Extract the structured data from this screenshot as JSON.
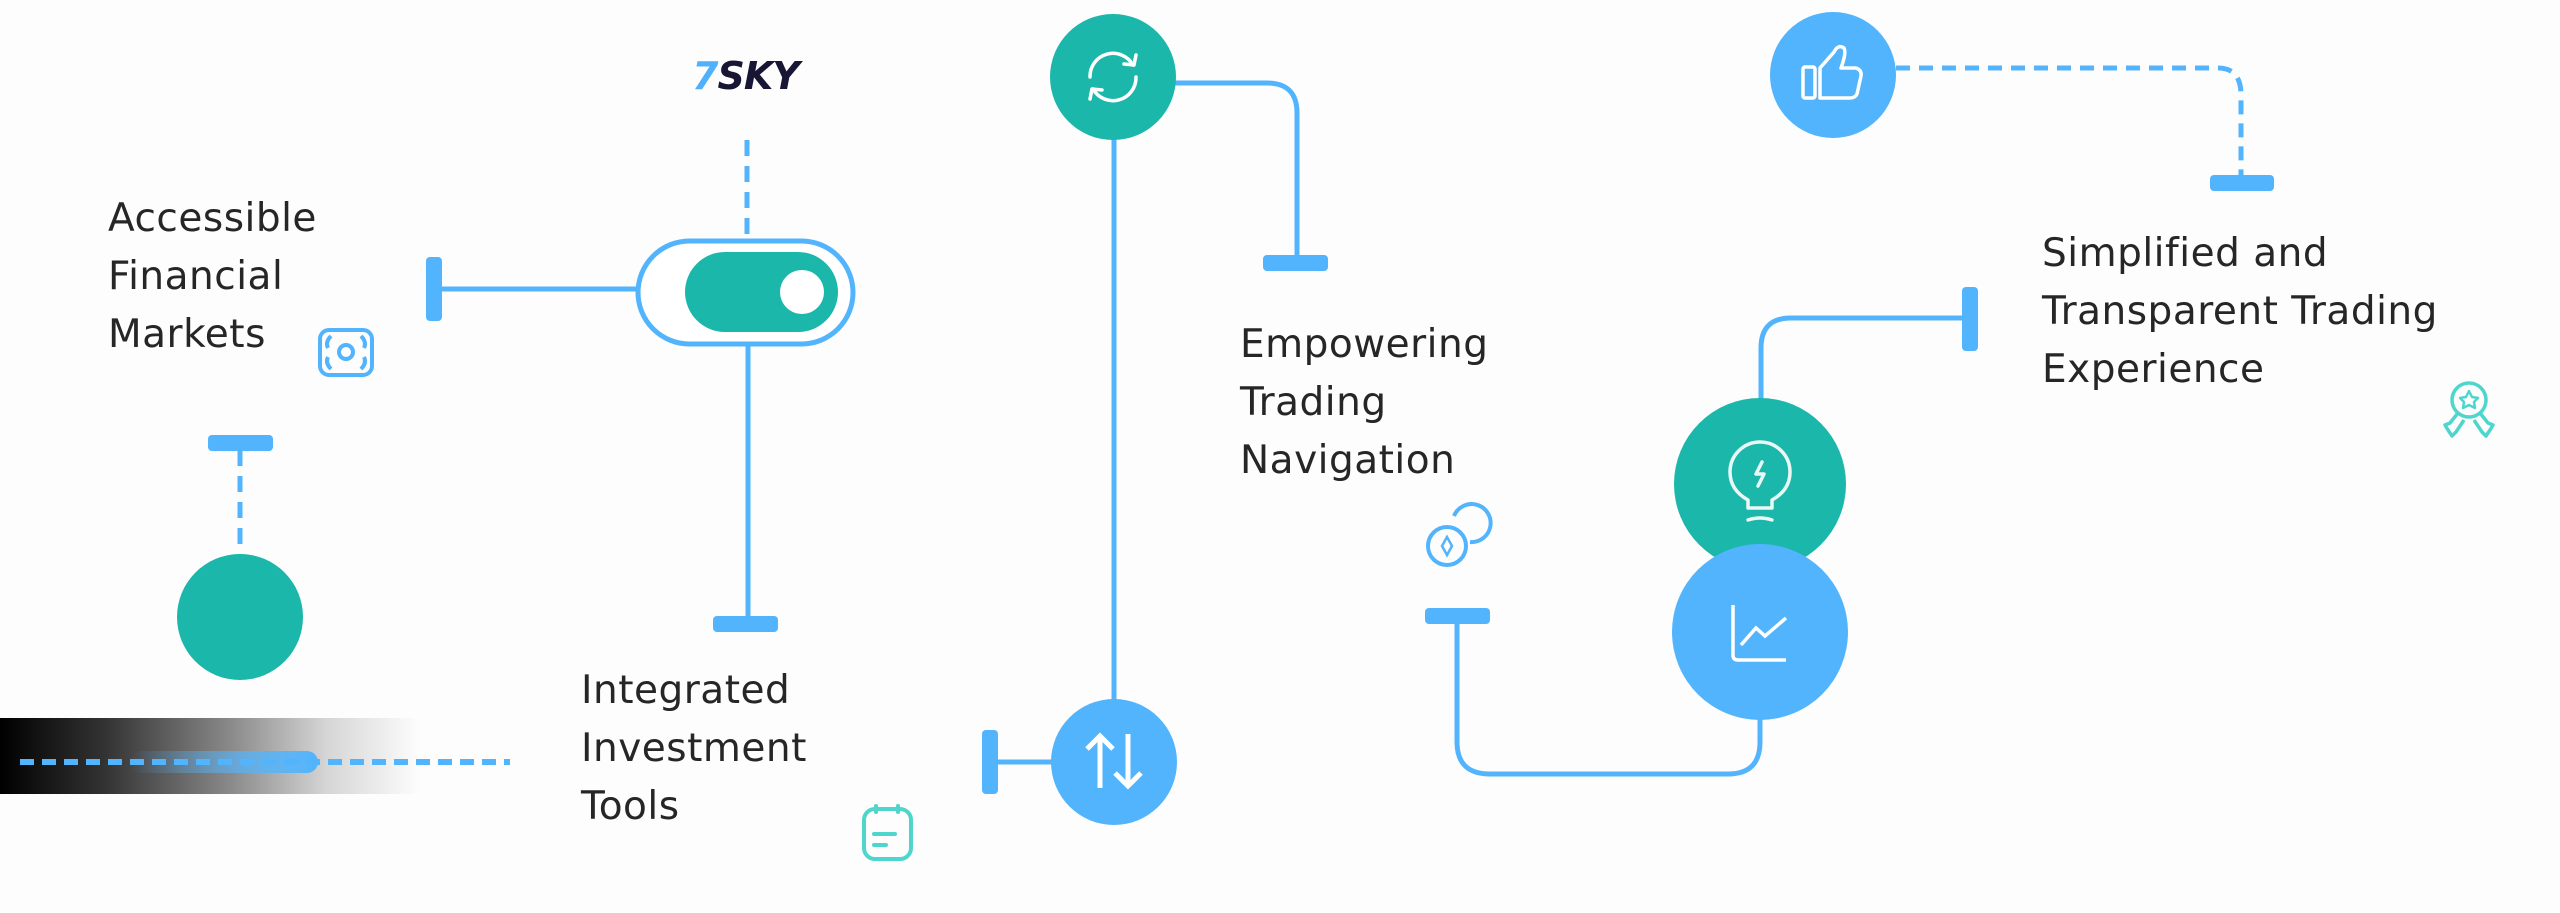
{
  "logo": {
    "prefix": "7",
    "name": "SKY"
  },
  "colors": {
    "primary_blue": "#52b4fc",
    "teal": "#1bb7aa",
    "accent_turquoise": "#4fd6cc",
    "text": "#262626",
    "logo_dark": "#171634",
    "background": "#fdfdfe"
  },
  "features": [
    {
      "id": "accessible",
      "lines": [
        "Accessible",
        "Financial",
        "Markets"
      ],
      "icon": "money-bill-icon"
    },
    {
      "id": "integrated",
      "lines": [
        "Integrated",
        "Investment",
        "Tools"
      ],
      "icon": "notepad-icon"
    },
    {
      "id": "empowering",
      "lines": [
        "Empowering",
        "Trading",
        "Navigation"
      ],
      "icon": "coins-icon"
    },
    {
      "id": "simplified",
      "lines": [
        "Simplified and",
        "Transparent Trading",
        "Experience"
      ],
      "icon": "award-badge-icon"
    }
  ],
  "nodes": [
    {
      "name": "toggle-switch",
      "icon": "toggle-switch-icon",
      "state": "on"
    },
    {
      "name": "refresh-node",
      "icon": "refresh-icon"
    },
    {
      "name": "transfer-node",
      "icon": "up-down-arrows-icon"
    },
    {
      "name": "thumbs-up-node",
      "icon": "thumbs-up-icon"
    },
    {
      "name": "idea-node",
      "icon": "lightbulb-icon"
    },
    {
      "name": "chart-node",
      "icon": "line-chart-icon"
    },
    {
      "name": "plain-teal-node",
      "icon": "none"
    }
  ]
}
